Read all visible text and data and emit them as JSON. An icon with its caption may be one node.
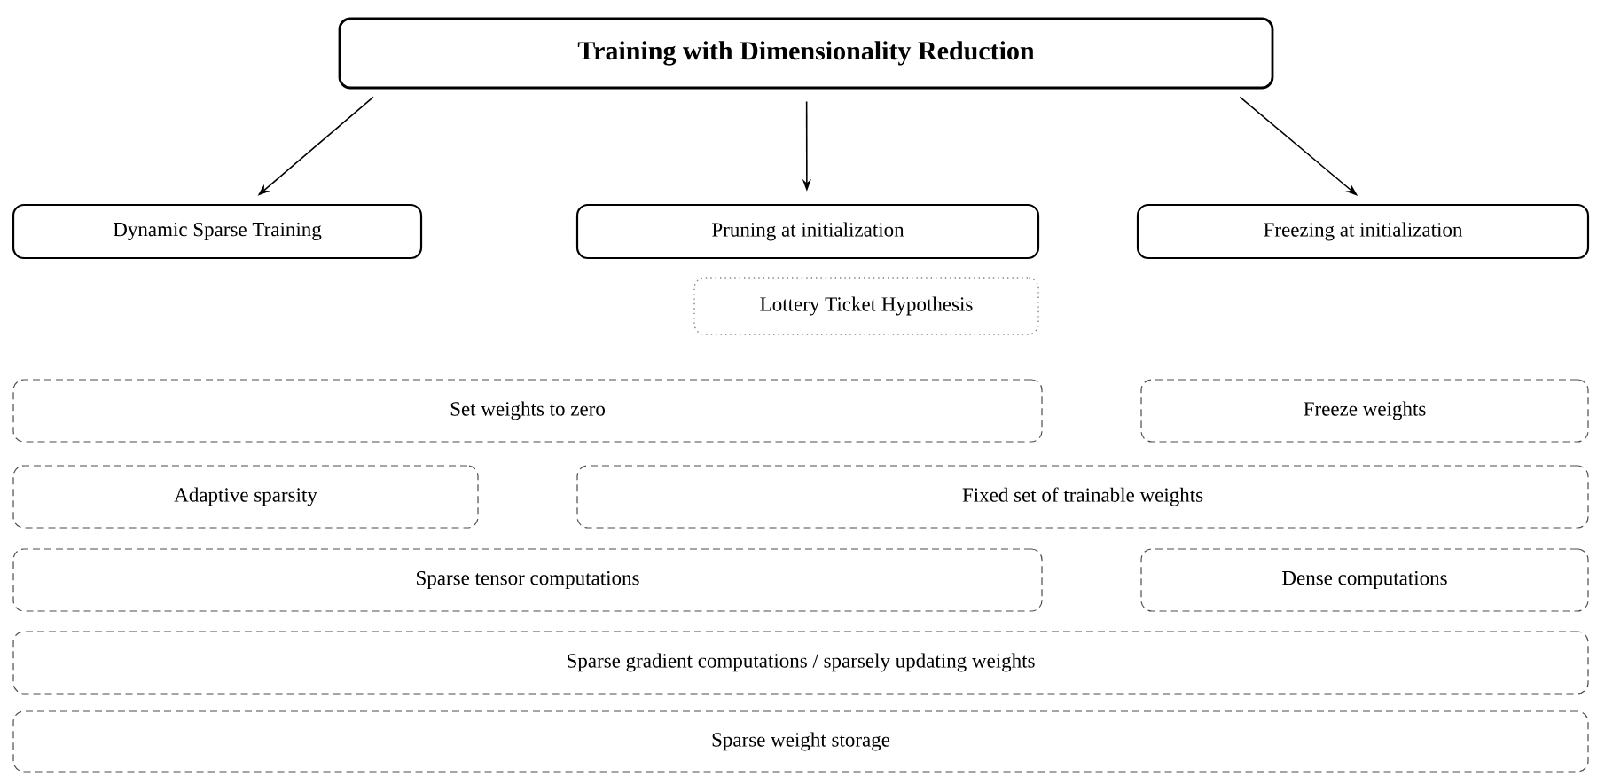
{
  "diagram": {
    "nodes": [
      {
        "text": [
          "Training with Dimensionality Reduction"
        ]
      },
      {
        "text": [
          "Dynamic Sparse Training"
        ]
      },
      {
        "text": [
          "Pruning at initialization"
        ]
      },
      {
        "text": [
          "Freezing at initialization"
        ]
      },
      {
        "text": [
          "Lottery Ticket Hypothesis"
        ]
      },
      {
        "text": [
          "Set weights to zero"
        ]
      },
      {
        "text": [
          "Freeze weights"
        ]
      },
      {
        "text": [
          "Adaptive sparsity"
        ]
      },
      {
        "text": [
          "Fixed set of trainable weights"
        ]
      },
      {
        "text": [
          "Sparse tensor computations"
        ]
      },
      {
        "text": [
          "Dense computations"
        ]
      },
      {
        "text": [
          "Sparse gradient computations / sparsely updating weights"
        ]
      },
      {
        "text": [
          "Sparse weight storage"
        ]
      }
    ],
    "edges": [
      {
        "from": 0,
        "to": 1,
        "arrow": "to"
      },
      {
        "from": 0,
        "to": 2,
        "arrow": "to"
      },
      {
        "from": 0,
        "to": 3,
        "arrow": "to"
      }
    ]
  }
}
